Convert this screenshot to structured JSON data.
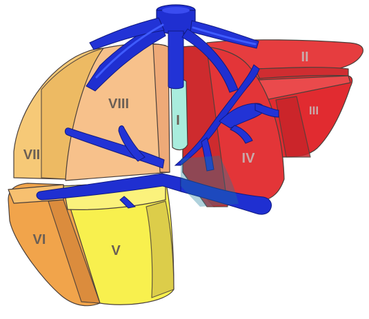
{
  "diagram": {
    "segments": [
      {
        "id": "I",
        "label": "I"
      },
      {
        "id": "II",
        "label": "II"
      },
      {
        "id": "III",
        "label": "III"
      },
      {
        "id": "IV",
        "label": "IV"
      },
      {
        "id": "V",
        "label": "V"
      },
      {
        "id": "VI",
        "label": "VI"
      },
      {
        "id": "VII",
        "label": "VII"
      },
      {
        "id": "VIII",
        "label": "VIII"
      }
    ],
    "colors": {
      "segment_I": "#a8eadc",
      "segment_II": "#e43a3c",
      "segment_III": "#e02a2e",
      "segment_IV": "#e03236",
      "segment_V": "#f7ef4a",
      "segment_VI": "#f0a24a",
      "segment_VII": "#f5c874",
      "segment_VIII": "#f7c08a",
      "veins": "#1f2fd1"
    }
  }
}
